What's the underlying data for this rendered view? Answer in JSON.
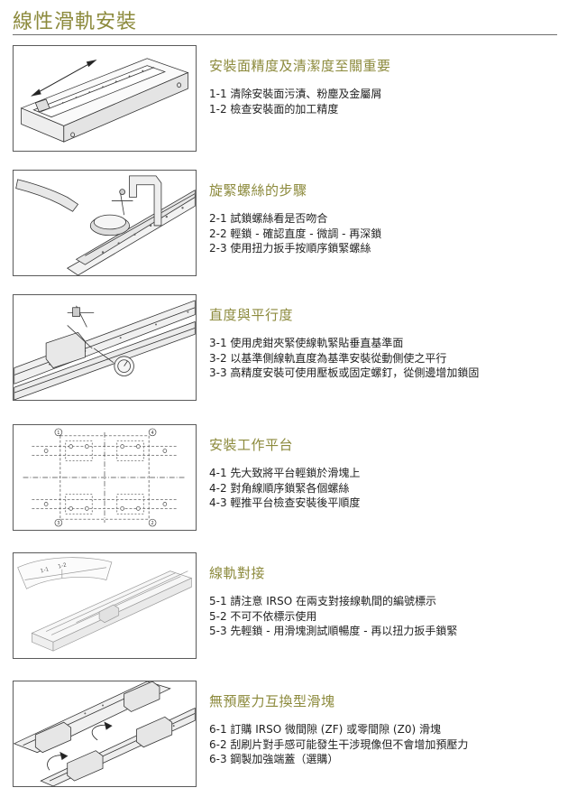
{
  "page": {
    "title": "線性滑軌安裝"
  },
  "sections": [
    {
      "title": "安裝面精度及清潔度至關重要",
      "steps": [
        "1-1 清除安裝面污漬、粉塵及金屬屑",
        "1-2 檢查安裝面的加工精度"
      ]
    },
    {
      "title": "旋緊螺絲的步驟",
      "steps": [
        "2-1 試鎖螺絲看是否吻合",
        "2-2 輕鎖 - 確認直度 - 微調 - 再深鎖",
        "2-3 使用扭力扳手按順序鎖緊螺絲"
      ]
    },
    {
      "title": "直度與平行度",
      "steps": [
        "3-1 使用虎鉗夾緊使線軌緊貼垂直基準面",
        "3-2 以基準側線軌直度為基準安裝從動側使之平行",
        "3-3 高精度安裝可使用壓板或固定螺釘，從側邊增加鎖固"
      ]
    },
    {
      "title": "安裝工作平台",
      "steps": [
        "4-1 先大致將平台輕鎖於滑塊上",
        "4-2 對角線順序鎖緊各個螺絲",
        "4-3 輕推平台檢查安裝後平順度"
      ]
    },
    {
      "title": "線軌對接",
      "steps": [
        "5-1 請注意 IRSO 在兩支對接線軌間的編號標示",
        "5-2 不可不依標示使用",
        "5-3 先輕鎖 - 用滑塊測試順暢度 - 再以扭力扳手鎖緊"
      ]
    },
    {
      "title": "無預壓力互換型滑塊",
      "steps": [
        "6-1 訂購 IRSO 微間隙 (ZF) 或零間隙 (Z0) 滑塊",
        "6-2 刮刷片對手感可能發生干涉現像但不會增加預壓力",
        "6-3 鋼製加強端蓋（選購）"
      ]
    }
  ],
  "figures": {
    "fig4_markers": [
      "1",
      "4",
      "3",
      "2"
    ],
    "fig5_labels": [
      "1-1",
      "1-2"
    ]
  }
}
